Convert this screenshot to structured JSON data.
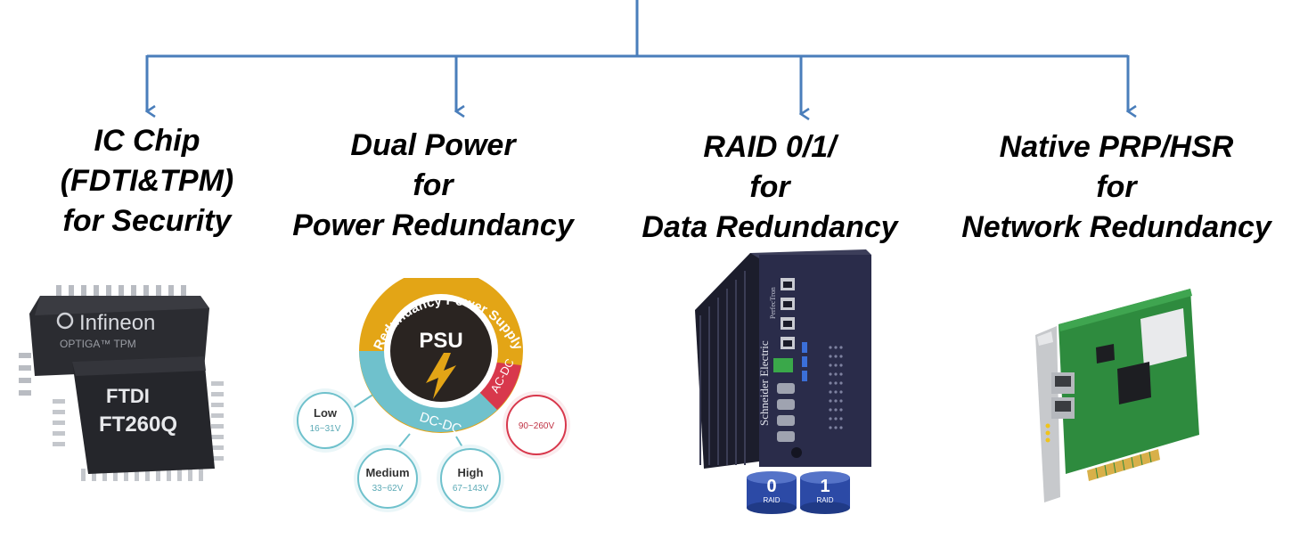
{
  "columns": [
    {
      "id": "security",
      "lines": [
        "IC Chip",
        "(FDTI&TPM)",
        "for Security"
      ],
      "image": {
        "icon": "ic-chip-icon",
        "chip_back_brand": "Infineon",
        "chip_back_model": "OPTIGA™ TPM",
        "chip_front_brand": "FTDI",
        "chip_front_model": "FT260Q"
      }
    },
    {
      "id": "power",
      "lines": [
        "Dual Power",
        "for",
        "Power Redundancy"
      ],
      "image": {
        "icon": "redundancy-power-supply-icon",
        "ring_label": "Redundancy Power Supply",
        "center_label": "PSU",
        "dc_label": "DC-DC",
        "ac_label": "AC-DC",
        "bubbles": [
          {
            "name": "Low",
            "range": "16~31V"
          },
          {
            "name": "Medium",
            "range": "33~62V"
          },
          {
            "name": "High",
            "range": "67~143V"
          },
          {
            "name": "",
            "range": "90~260V"
          }
        ]
      }
    },
    {
      "id": "data",
      "lines": [
        "RAID 0/1/",
        "for",
        "Data Redundancy"
      ],
      "image": {
        "icon": "industrial-pc-icon",
        "brand": "Schneider Electric",
        "model": "PerfecTron",
        "raid_disks": [
          {
            "level": "0",
            "label": "RAID"
          },
          {
            "level": "1",
            "label": "RAID"
          }
        ]
      }
    },
    {
      "id": "network",
      "lines": [
        "Native PRP/HSR",
        "for",
        "Network Redundancy"
      ],
      "image": {
        "icon": "network-card-icon"
      }
    }
  ],
  "colors": {
    "connector": "#4a7ebb",
    "title": "#000000",
    "ring_gold": "#e3a516",
    "ring_teal": "#6fc1cc",
    "ring_red": "#d8384c",
    "chip_body": "#2b2c31",
    "ipc_body": "#2a2c4a",
    "raid_blue": "#2c4aa6",
    "pcb_green": "#2e8b3e"
  }
}
